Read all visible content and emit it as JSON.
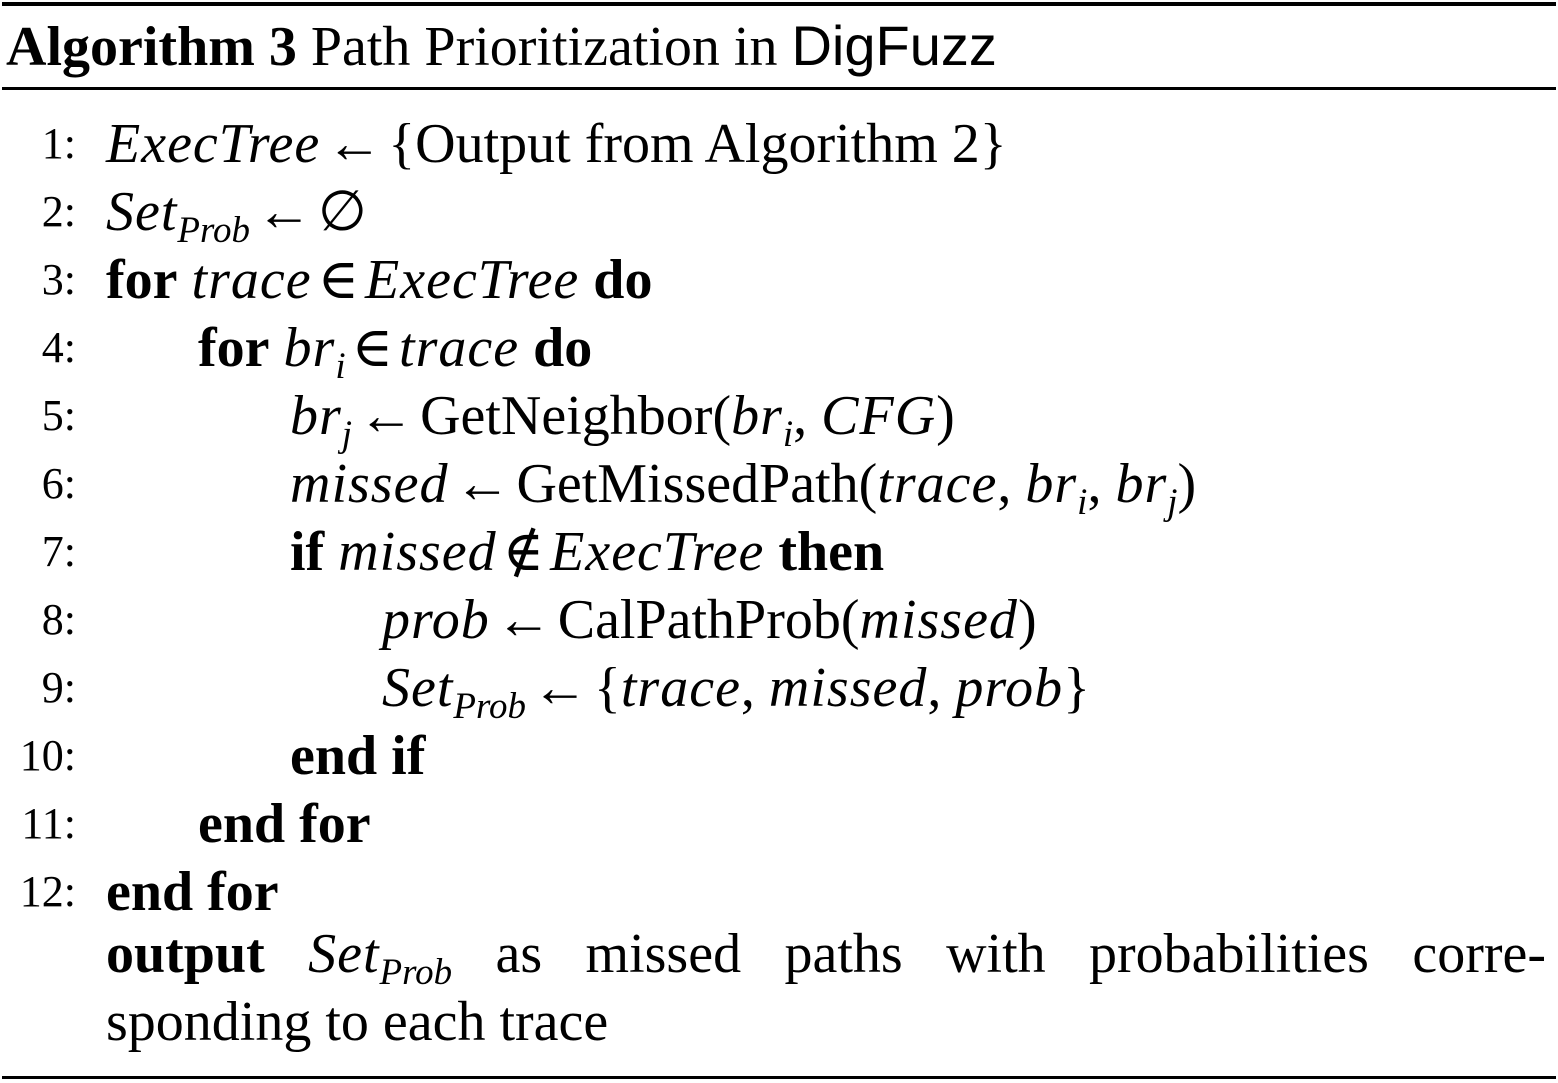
{
  "caption": {
    "label": "Algorithm 3",
    "title": "Path Prioritization in",
    "system": "DigFuzz"
  },
  "lines": [
    {
      "num": "1:",
      "parts": [
        "ExecTree",
        "←",
        "{Output from Algorithm 2}"
      ]
    },
    {
      "num": "2:",
      "parts": [
        "Set",
        "Prob",
        "←",
        "∅"
      ]
    },
    {
      "num": "3:",
      "parts": [
        "for",
        "trace",
        "∈",
        "ExecTree",
        "do"
      ]
    },
    {
      "num": "4:",
      "parts": [
        "for",
        "br",
        "i",
        "∈",
        "trace",
        "do"
      ]
    },
    {
      "num": "5:",
      "parts": [
        "br",
        "j",
        "←",
        "GetNeighbor(",
        "br",
        "i",
        ", ",
        "CFG",
        ")"
      ]
    },
    {
      "num": "6:",
      "parts": [
        "missed",
        "←",
        "GetMissedPath(",
        "trace",
        ", ",
        "br",
        "i",
        ", ",
        "br",
        "j",
        ")"
      ]
    },
    {
      "num": "7:",
      "parts": [
        "if",
        "missed",
        "∉",
        "ExecTree",
        "then"
      ]
    },
    {
      "num": "8:",
      "parts": [
        "prob",
        "←",
        "CalPathProb(",
        "missed",
        ")"
      ]
    },
    {
      "num": "9:",
      "parts": [
        "Set",
        "Prob",
        "←",
        "{",
        "trace",
        ", ",
        "missed",
        ", ",
        "prob",
        "}"
      ]
    },
    {
      "num": "10:",
      "parts": [
        "end if"
      ]
    },
    {
      "num": "11:",
      "parts": [
        "end for"
      ]
    },
    {
      "num": "12:",
      "parts": [
        "end for"
      ]
    }
  ],
  "output": {
    "keyword": "output",
    "var": "Set",
    "sub": "Prob",
    "text": "as missed paths with probabilities corre- sponding to each trace"
  }
}
